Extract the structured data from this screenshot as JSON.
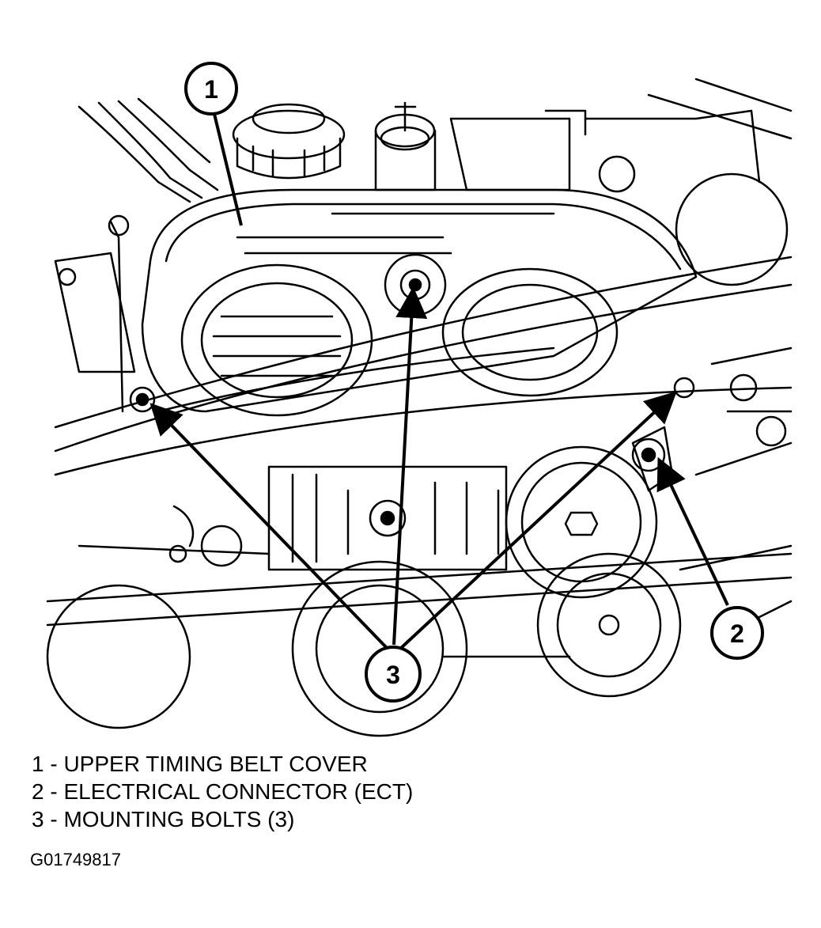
{
  "callouts": {
    "c1": "1",
    "c2": "2",
    "c3": "3"
  },
  "legend": [
    {
      "number": "1",
      "text": "1 - UPPER TIMING BELT COVER"
    },
    {
      "number": "2",
      "text": "2 - ELECTRICAL CONNECTOR (ECT)"
    },
    {
      "number": "3",
      "text": "3 - MOUNTING BOLTS (3)"
    }
  ],
  "figure_id": "G01749817",
  "colors": {
    "ink": "#000000",
    "paper": "#ffffff"
  }
}
